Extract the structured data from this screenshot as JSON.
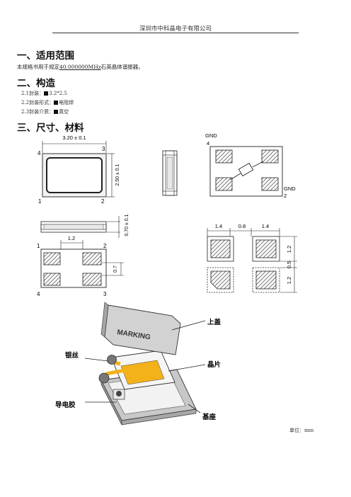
{
  "header": {
    "company": "深圳市中科晶电子有限公司"
  },
  "sections": {
    "s1": {
      "title": "一、适用范围",
      "text_before": "本规格书用于规定",
      "frequency": "40.000000MHz",
      "text_after": "石英晶体谐振器。"
    },
    "s2": {
      "title": "二、构造",
      "items": [
        {
          "label": "2.1封装：",
          "value": "3.2*2.5"
        },
        {
          "label": "2.2封装形式：",
          "value": "电阻焊"
        },
        {
          "label": "2.3封装介质：",
          "value": "真空"
        }
      ]
    },
    "s3": {
      "title": "三、尺寸、材料"
    }
  },
  "drawing": {
    "top_view": {
      "width_dim": "3.20 ± 0.1",
      "height_dim": "2.50 ± 0.1",
      "pins": [
        "4",
        "3",
        "1",
        "2"
      ]
    },
    "pcb_view": {
      "pin4": "4",
      "pin2": "2",
      "gnd": "GND"
    },
    "side_view": {
      "thickness_dim": "0.70 ± 0.1"
    },
    "bottom_view": {
      "pad_spacing": "1.2",
      "pad_size": "0.7",
      "pins": [
        "1",
        "2",
        "4",
        "3"
      ]
    },
    "land_pattern": {
      "dims_x": [
        "1.4",
        "0.8",
        "1.4"
      ],
      "dims_y": [
        "1.2",
        "0.5",
        "1.2"
      ]
    }
  },
  "exploded": {
    "marking": "MARKING",
    "labels": {
      "lid": "上盖",
      "wire": "银丝",
      "crystal": "晶片",
      "glue": "导电胶",
      "base": "基座"
    }
  },
  "footer": {
    "unit": "单位：mm"
  },
  "colors": {
    "crystal": "#f3b21a",
    "hatch": "#555555",
    "body": "#dcdcdc"
  }
}
